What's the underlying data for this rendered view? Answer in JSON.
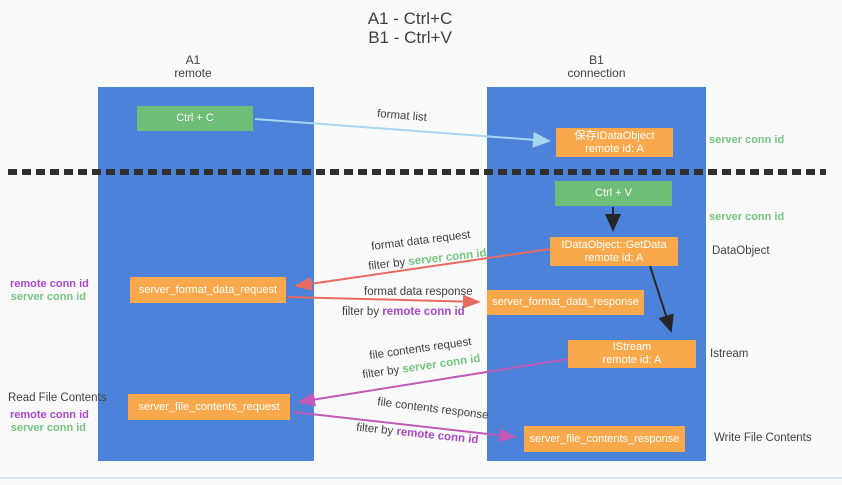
{
  "title": {
    "line1": "A1 - Ctrl+C",
    "line2": "B1 - Ctrl+V"
  },
  "columns": {
    "a1": {
      "name": "A1",
      "subtitle": "remote"
    },
    "b1": {
      "name": "B1",
      "subtitle": "connection"
    }
  },
  "nodes": {
    "ctrl_c": {
      "label": "Ctrl + C"
    },
    "save_dataobject": {
      "line1": "保存IDataObject",
      "line2": "remote id: A"
    },
    "ctrl_v": {
      "label": "Ctrl + V"
    },
    "getdata": {
      "line1": "IDataObject::GetData",
      "line2": "remote id: A"
    },
    "format_request": {
      "label": "server_format_data_request"
    },
    "format_response": {
      "label": "server_format_data_response"
    },
    "istream": {
      "line1": "IStream",
      "line2": "remote id: A"
    },
    "file_request": {
      "label": "server_file_contents_request"
    },
    "file_response": {
      "label": "server_file_contents_response"
    }
  },
  "flows": {
    "format_list": {
      "label": "format list"
    },
    "format_data_request": {
      "label": "format data request",
      "filter_prefix": "filter by ",
      "filter_value": "server conn id"
    },
    "format_data_response": {
      "label": "format data response",
      "filter_prefix": "filter by ",
      "filter_value": "remote conn id"
    },
    "file_contents_request": {
      "label": "file contents request",
      "filter_prefix": "filter by ",
      "filter_value": "server conn id"
    },
    "file_contents_response": {
      "label": "file contents response",
      "filter_prefix": "filter by ",
      "filter_value": "remote conn id"
    }
  },
  "annotations": {
    "server_conn_id_top": "server conn id",
    "server_conn_id_mid": "server conn id",
    "dataobject": "DataObject",
    "istream": "Istream",
    "write_file_contents": "Write File Contents",
    "read_file_contents": "Read File Contents",
    "left_top": {
      "remote": "remote conn id",
      "server": "server conn id"
    },
    "left_bottom": {
      "remote": "remote conn id",
      "server": "server conn id"
    }
  },
  "colors": {
    "column_blue": "#4C82D9",
    "box_green": "#6FBE78",
    "box_orange": "#F9A94B",
    "arrow_light_blue": "#A6D7F2",
    "arrow_red": "#E96A60",
    "arrow_magenta": "#C05AB8",
    "arrow_black": "#262626",
    "label_green": "#74C57E",
    "label_purple": "#AB47CC",
    "text_dark": "#3F3F3F",
    "background": "#FAFAFA"
  }
}
